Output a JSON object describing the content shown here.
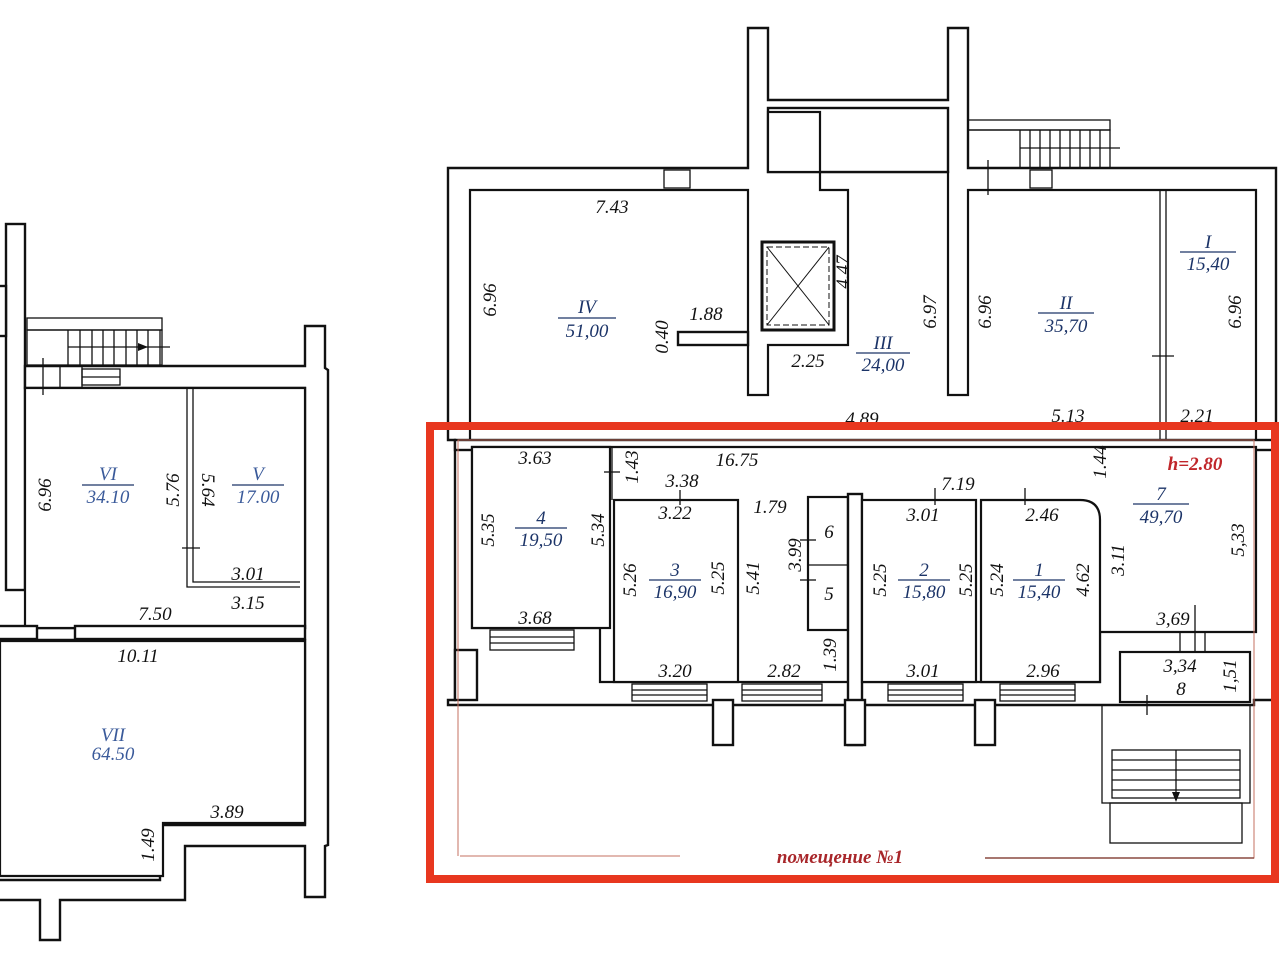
{
  "colors": {
    "highlight": "#e8371f",
    "room_label": "#1c3468",
    "caption": "#a8262a"
  },
  "left_plan": {
    "rooms": [
      {
        "number": "VI",
        "area": "34.10"
      },
      {
        "number": "V",
        "area": "17.00"
      },
      {
        "number": "VII",
        "area": "64.50"
      }
    ],
    "dims": [
      "6.96",
      "5.76",
      "5.64",
      "3.01",
      "3.15",
      "7.50",
      "10.11",
      "3.89",
      "1.49"
    ]
  },
  "right_plan": {
    "upper_rooms": [
      {
        "number": "IV",
        "area": "51,00"
      },
      {
        "number": "III",
        "area": "24,00"
      },
      {
        "number": "II",
        "area": "35,70"
      },
      {
        "number": "I",
        "area": "15,40"
      }
    ],
    "upper_dims": [
      "7.43",
      "6.96",
      "1.88",
      "0.40",
      "4.47",
      "2.25",
      "6.97",
      "6.96",
      "6.96",
      "4.89",
      "5.13",
      "2.21"
    ],
    "premises": {
      "caption": "помещение №1",
      "ceiling_height": "h=2.80",
      "rooms": [
        {
          "number": "4",
          "area": "19,50"
        },
        {
          "number": "3",
          "area": "16,90"
        },
        {
          "number": "6"
        },
        {
          "number": "5"
        },
        {
          "number": "2",
          "area": "15,80"
        },
        {
          "number": "1",
          "area": "15,40"
        },
        {
          "number": "7",
          "area": "49,70"
        },
        {
          "number": "8"
        }
      ],
      "dims": [
        "3.63",
        "16.75",
        "1.43",
        "1.44",
        "3.38",
        "7.19",
        "3.22",
        "1.79",
        "3.01",
        "2.46",
        "5.35",
        "5.34",
        "5.26",
        "5.25",
        "5.41",
        "3.99",
        "5.25",
        "5.25",
        "5.24",
        "4.62",
        "3.11",
        "5,33",
        "3.68",
        "3,69",
        "3.20",
        "2.82",
        "1.39",
        "3.01",
        "2.96",
        "3,34",
        "1,51"
      ]
    }
  }
}
